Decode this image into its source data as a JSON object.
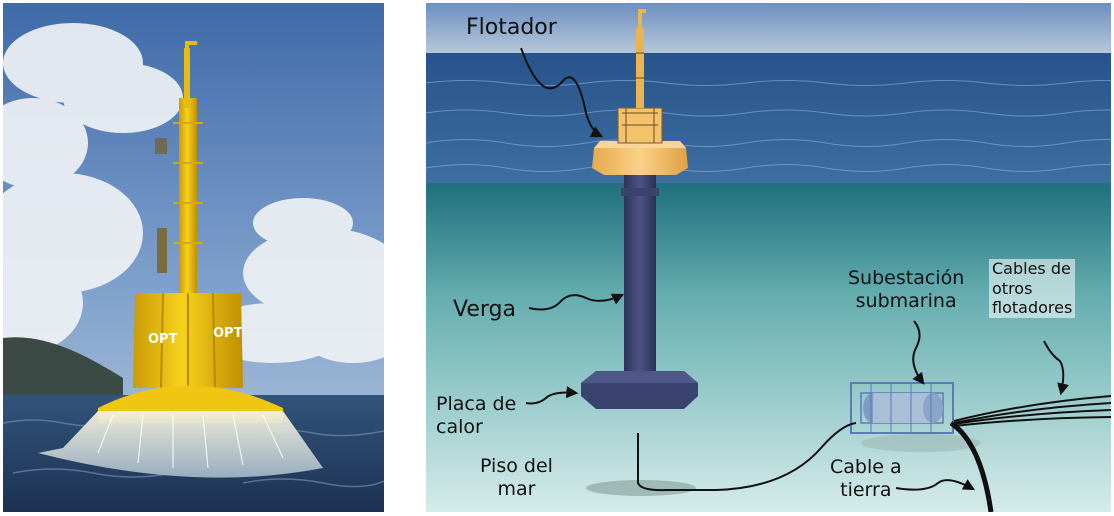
{
  "figure": {
    "photo": {
      "buoy_marking_left": "OPT",
      "buoy_marking_right": "OPT"
    },
    "diagram": {
      "labels": {
        "float": "Flotador",
        "spar": "Verga",
        "heave_plate_line1": "Placa de",
        "heave_plate_line2": "calor",
        "seabed_line1": "Piso del",
        "seabed_line2": "mar",
        "substation_line1": "Subestación",
        "substation_line2": "submarina",
        "other_cables_line1": "Cables de",
        "other_cables_line2": "otros",
        "other_cables_line3": "flotadores",
        "shore_cable_line1": "Cable a",
        "shore_cable_line2": "tierra"
      }
    },
    "colors": {
      "buoy_yellow": "#f2c418",
      "float_orange": "#f5c06a",
      "spar_navy": "#3d4570",
      "sea_surface": "#2f5d8f",
      "underwater": "#8fc9c5",
      "sky": "#5b82b8"
    }
  }
}
